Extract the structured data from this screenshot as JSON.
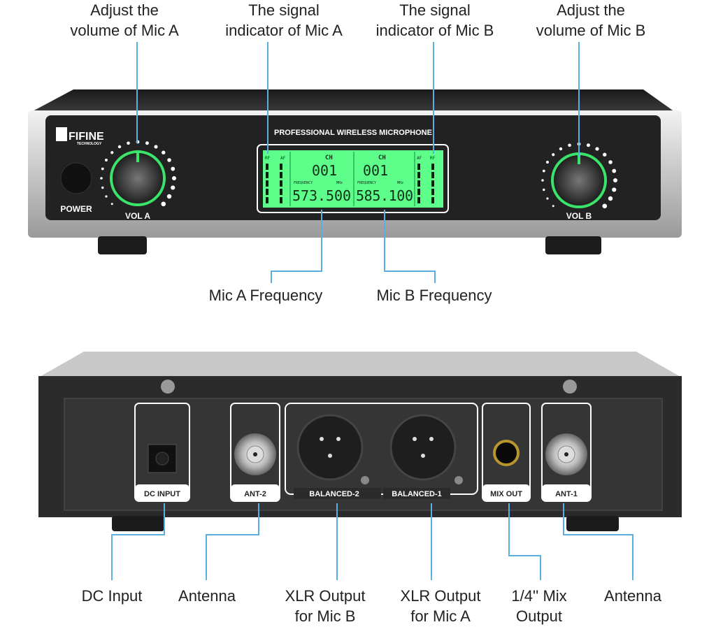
{
  "callouts_top": [
    {
      "line1": "Adjust the",
      "line2": "volume of Mic A"
    },
    {
      "line1": "The signal",
      "line2": "indicator of Mic A"
    },
    {
      "line1": "The signal",
      "line2": "indicator of Mic B"
    },
    {
      "line1": "Adjust the",
      "line2": "volume of Mic B"
    }
  ],
  "callouts_middle": [
    "Mic A Frequency",
    "Mic B Frequency"
  ],
  "callouts_bottom": [
    {
      "line1": "DC Input",
      "line2": ""
    },
    {
      "line1": "Antenna",
      "line2": ""
    },
    {
      "line1": "XLR Output",
      "line2": "for Mic B"
    },
    {
      "line1": "XLR Output",
      "line2": "for Mic A"
    },
    {
      "line1": "1/4'' Mix",
      "line2": "Output"
    },
    {
      "line1": "Antenna",
      "line2": ""
    }
  ],
  "front": {
    "brand": "FIFINE",
    "brand_sub": "TECHNOLOGY",
    "panel_title": "PROFESSIONAL WIRELESS MICROPHONE",
    "power": "POWER",
    "vol_a": "VOL A",
    "vol_b": "VOL B",
    "lcd": {
      "rf": "RF",
      "af": "AF",
      "ch": "CH",
      "channel_a": "001",
      "channel_b": "001",
      "frequency": "FREQUENCY",
      "mhz": "MHz",
      "freq_a": "573.500",
      "freq_b": "585.100"
    }
  },
  "back": {
    "dc_input": "DC INPUT",
    "ant2": "ANT-2",
    "balanced2": "BALANCED-2",
    "balanced1": "BALANCED-1",
    "mix_out": "MIX OUT",
    "ant1": "ANT-1"
  },
  "colors": {
    "callout_line": "#5aaee0",
    "lcd": "#5dff8a",
    "knob_ring": "#3be36a",
    "chassis": "#2b2b2b"
  }
}
